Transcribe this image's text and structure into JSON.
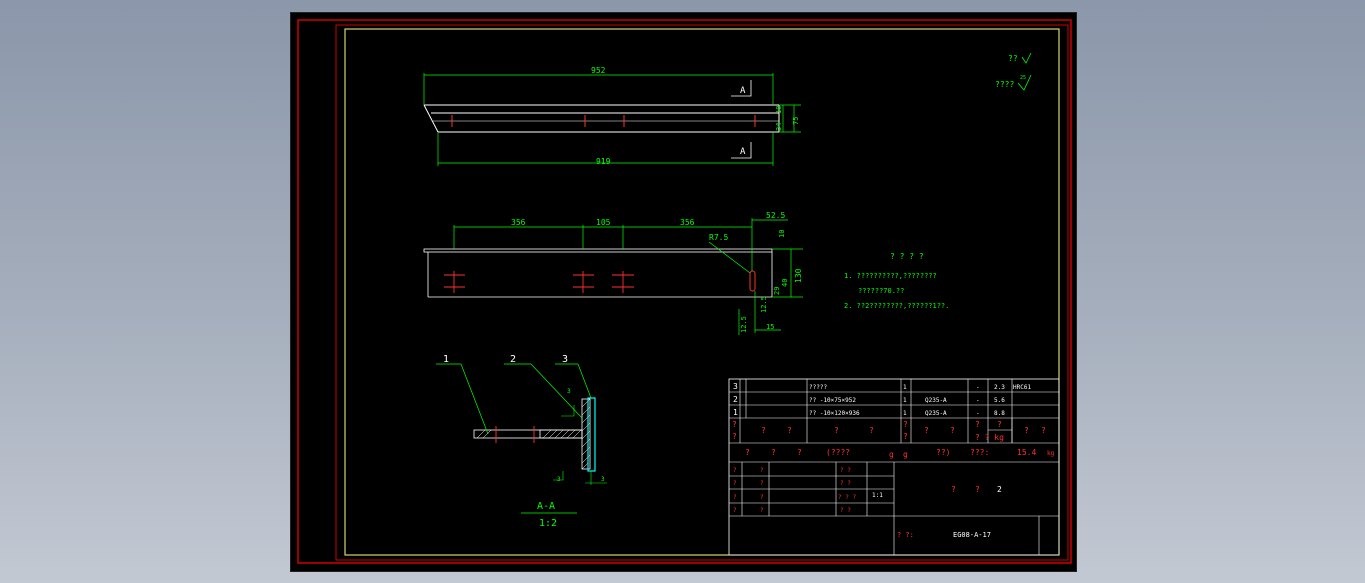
{
  "drawing": {
    "front_view": {
      "dim_total": "952",
      "dim_bottom": "919",
      "section_mark_top": "A",
      "section_mark_bottom": "A",
      "dim_right_10": "10",
      "dim_right_34": "34",
      "dim_right_75": "75"
    },
    "top_view": {
      "dim_356a": "356",
      "dim_105": "105",
      "dim_356b": "356",
      "dim_52_5": "52.5",
      "radius": "R7.5",
      "dim_10": "10",
      "dim_130": "130",
      "dim_40": "40",
      "dim_29": "29",
      "dim_12_5_inner": "12.5",
      "dim_12_5_outer": "12.5",
      "dim_15": "15"
    },
    "section": {
      "balloon_1": "1",
      "balloon_2": "2",
      "balloon_3": "3",
      "weld_3a": "3",
      "weld_3b": "3",
      "weld_3c": "3",
      "title": "A-A",
      "scale": "1:2"
    },
    "surface_marks": {
      "mark1": "??",
      "mark2": "????",
      "mark2_val": "25"
    },
    "notes": {
      "heading": "? ? ? ?",
      "line1": "1. ??????????,????????",
      "line2": "??????70.??",
      "line3": "2. ??2????????,??????1??."
    }
  },
  "title_block": {
    "parts": [
      {
        "no": "3",
        "name": "?????",
        "qty": "1",
        "material": "",
        "dash": "-",
        "weight": "2.3",
        "remark": "HRC61"
      },
      {
        "no": "2",
        "name": "?? -10×75×952",
        "qty": "1",
        "material": "Q235-A",
        "dash": "-",
        "weight": "5.6",
        "remark": ""
      },
      {
        "no": "1",
        "name": "?? -10×120×936",
        "qty": "1",
        "material": "Q235-A",
        "dash": "-",
        "weight": "8.8",
        "remark": ""
      }
    ],
    "header_row": {
      "c1": "?",
      "c1b": "?",
      "c2": "?",
      "c3": "?",
      "c4": "?",
      "c5": "?",
      "c6": "?",
      "c6b": "?",
      "c7": "?",
      "c8": "?",
      "c9": "?",
      "c9b": "?",
      "c10": "? ? kg",
      "c11": "?",
      "c12": "?"
    },
    "total_row": {
      "a": "?",
      "b": "?",
      "c": "?",
      "d": "(????",
      "e": "g",
      "f": "g",
      "g": "??)",
      "h": "???:",
      "weight": "15.4",
      "unit": "kg"
    },
    "sign_labels": [
      "?",
      "?",
      "?",
      "?",
      "?",
      "?",
      "?",
      "?"
    ],
    "sign_labels2": [
      "? ?",
      "? ?",
      "? ? ?",
      "? ?"
    ],
    "scale_label": "1:1",
    "part_name_label": "?",
    "part_name_label2": "?",
    "part_name_no": "2",
    "drawing_no_label": "? ?:",
    "drawing_no": "EG08-A-17"
  }
}
